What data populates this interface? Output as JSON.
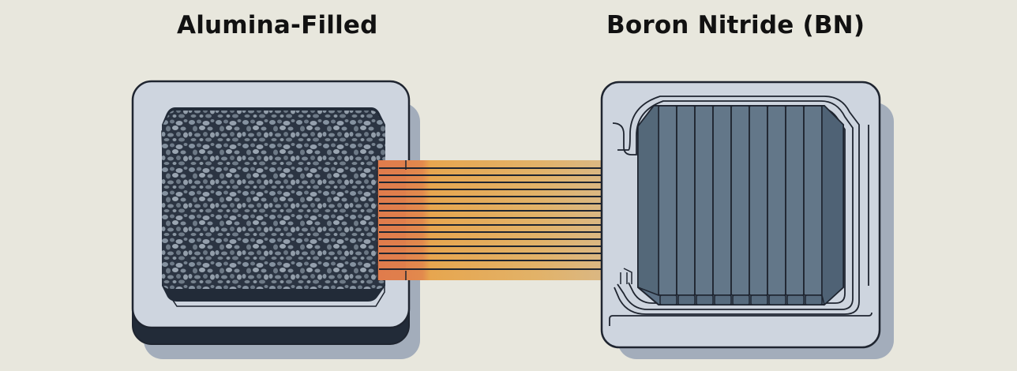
{
  "labels": {
    "left_title": "Alumina-Filled",
    "right_title": "Boron Nitride (BN)"
  },
  "colors": {
    "background": "#e8e7dd",
    "frame_light": "#ced5df",
    "frame_shadow": "#a3adbb",
    "dark_base": "#222b38",
    "alumina_fill": "#2b3442",
    "alumina_grain": "#7c8896",
    "bn_plate": "#5c7084",
    "bridge_hot": "#e07b4c",
    "bridge_warm": "#e4a84e",
    "bridge_cool": "#d9b98a",
    "stroke": "#1f2530"
  },
  "diagram": {
    "left_component": "alumina-filled-thermal-pad",
    "right_component": "boron-nitride-thermal-pad",
    "connector": "thermal-conduction-bridge",
    "bridge_line_count": 14,
    "bn_plate_count": 9
  }
}
